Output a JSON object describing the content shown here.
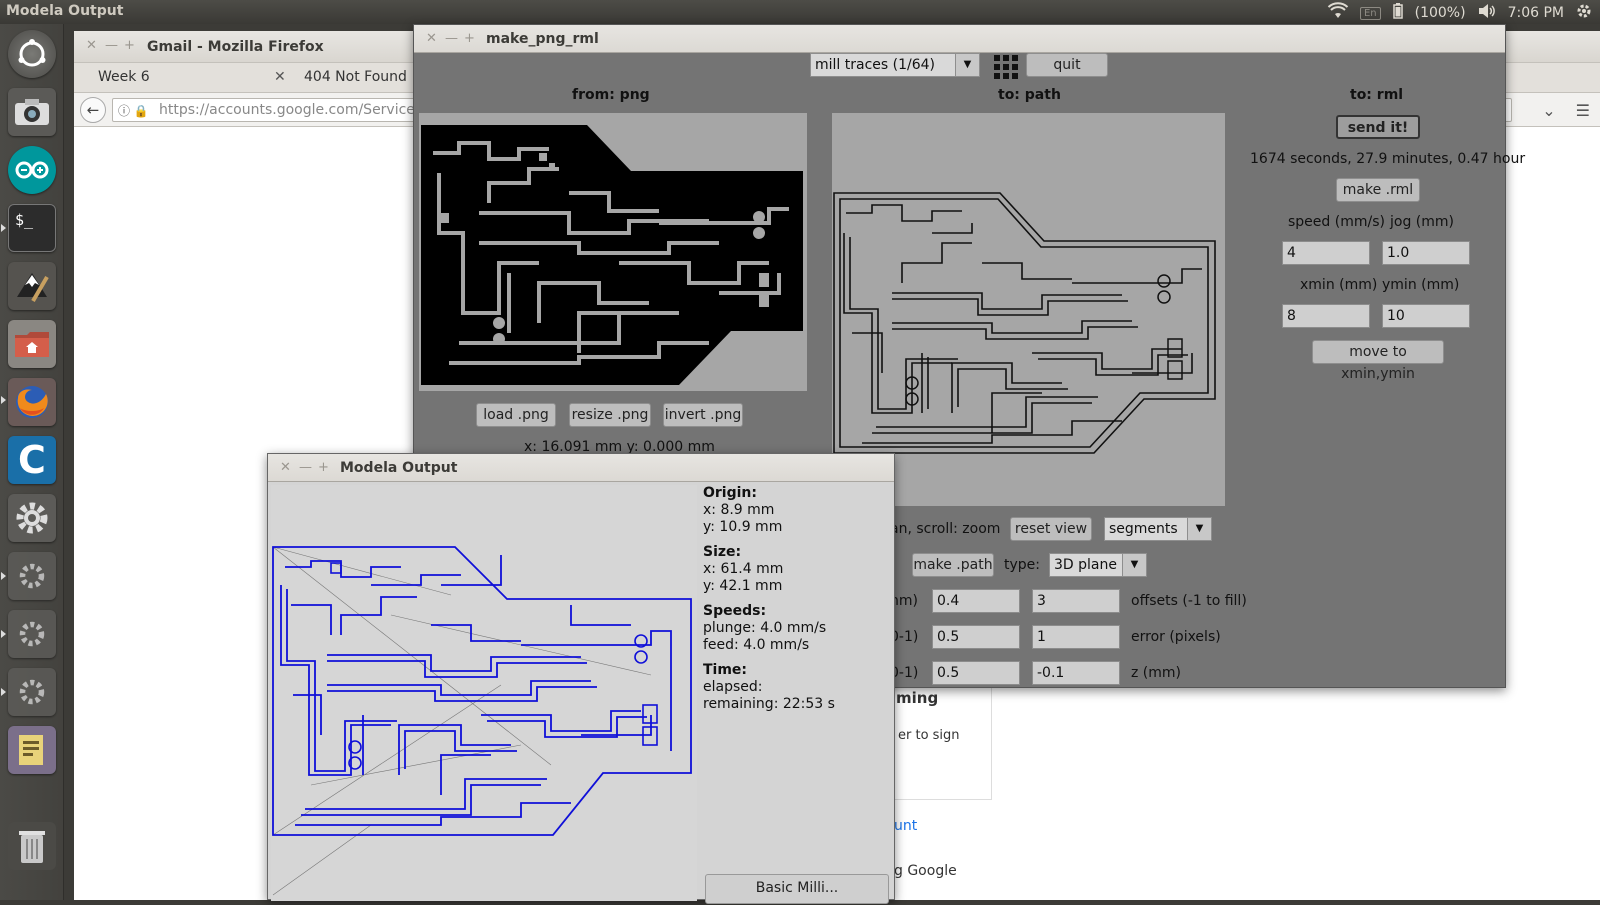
{
  "top_panel": {
    "title": "Modela Output",
    "battery": "(100%)",
    "kbd_layout": "En",
    "clock": "7:06 PM"
  },
  "launcher": {
    "items": [
      "dash-icon",
      "camera-icon",
      "arduino-icon",
      "terminal-icon",
      "inkscape-icon",
      "files-icon",
      "firefox-icon",
      "cura-icon",
      "settings-icon",
      "settings-icon",
      "settings-icon",
      "settings-icon",
      "archive-icon",
      "trash-icon"
    ]
  },
  "firefox": {
    "title": "Gmail - Mozilla Firefox",
    "tabs": [
      "Week 6",
      "404 Not Found"
    ],
    "url": "https://accounts.google.com/ServiceL",
    "bg_fragments": [
      "ming",
      "er to sign",
      "unt",
      "g Google"
    ]
  },
  "make_png_rml": {
    "title": "make_png_rml",
    "mode_select": "mill traces (1/64)",
    "quit_label": "quit",
    "from_label": "from: png",
    "to_path_label": "to: path",
    "to_rml_label": "to: rml",
    "send_label": "send it!",
    "time_estimate": "1674 seconds, 27.9 minutes, 0.47 hour",
    "make_rml_label": "make .rml",
    "speed_label": "speed (mm/s)",
    "jog_label": "jog (mm)",
    "speed_value": "4",
    "jog_value": "1.0",
    "xmin_label": "xmin (mm)",
    "ymin_label": "ymin (mm)",
    "xmin_value": "8",
    "ymin_value": "10",
    "move_label": "move to xmin,ymin",
    "load_png": "load .png",
    "resize_png": "resize .png",
    "invert_png": "invert .png",
    "coords": "x: 16.091 mm  y: 0.000 mm",
    "pan_hint": "an, scroll: zoom",
    "reset_view": "reset view",
    "view_select": "segments",
    "make_path": "make .path",
    "type_label": "type:",
    "type_select": "3D plane",
    "row1_label": "nm)",
    "row1_a": "0.4",
    "row1_b": "3",
    "row1_suffix": "offsets (-1 to fill)",
    "row2_label": "0-1)",
    "row2_a": "0.5",
    "row2_b": "1",
    "row2_suffix": "error (pixels)",
    "row3_label": "0-1)",
    "row3_a": "0.5",
    "row3_b": "-0.1",
    "row3_suffix": "z (mm)"
  },
  "modela": {
    "title": "Modela Output",
    "origin_label": "Origin:",
    "origin_x": "x: 8.9 mm",
    "origin_y": "y: 10.9 mm",
    "size_label": "Size:",
    "size_x": "x: 61.4 mm",
    "size_y": "y: 42.1 mm",
    "speeds_label": "Speeds:",
    "plunge": "plunge: 4.0 mm/s",
    "feed": "feed: 4.0 mm/s",
    "time_label": "Time:",
    "elapsed": "elapsed:",
    "remaining": "remaining: 22:53 s",
    "bottom_button": "Basic Milli..."
  }
}
